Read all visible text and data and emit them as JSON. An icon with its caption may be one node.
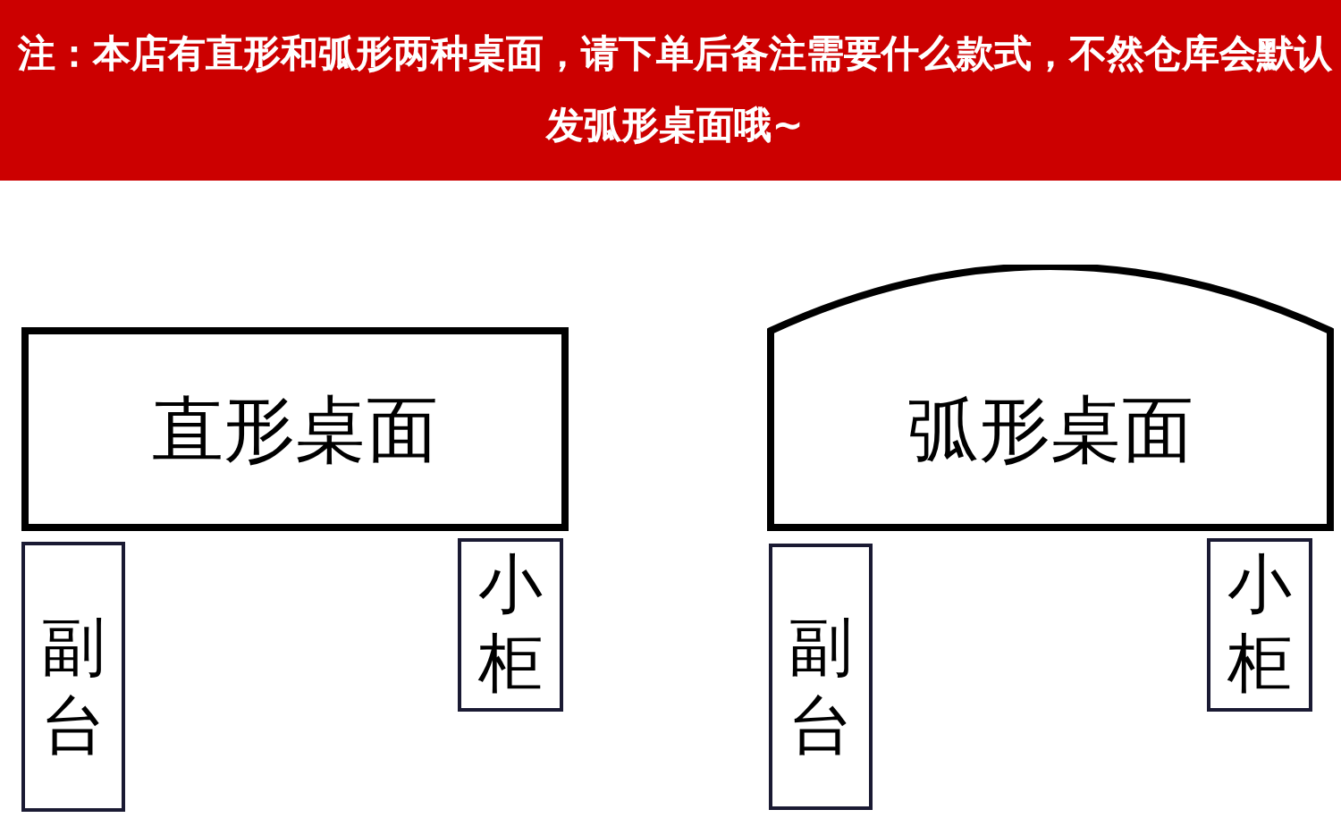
{
  "diagram": {
    "nodes": [
      {
        "text": [
          "直形桌面"
        ]
      },
      {
        "text": [
          "副台"
        ]
      },
      {
        "text": [
          "小柜"
        ]
      },
      {
        "text": [
          "弧形桌面"
        ]
      },
      {
        "text": [
          "副台"
        ]
      },
      {
        "text": [
          "小柜"
        ]
      }
    ],
    "labels": [
      "注：本店有直形和弧形两种桌面，请下单后备注需要什么款式，不然仓库会默认发弧形桌面哦~"
    ]
  }
}
